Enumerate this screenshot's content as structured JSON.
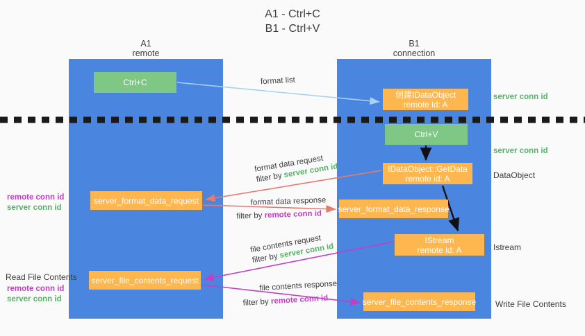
{
  "title": {
    "line1": "A1 - Ctrl+C",
    "line2": "B1 - Ctrl+V"
  },
  "panels": [
    {
      "id": "a1",
      "name": "A1",
      "sub": "remote"
    },
    {
      "id": "b1",
      "name": "B1",
      "sub": "connection"
    }
  ],
  "nodes": {
    "ctrl_c": {
      "label": "Ctrl+C"
    },
    "ctrl_v": {
      "label": "Ctrl+V"
    },
    "create_idataobject": {
      "label": "创建IDataObject",
      "sub": "remote id: A"
    },
    "getdata": {
      "label": "IDataObject::GetData",
      "sub": "remote id: A"
    },
    "istream": {
      "label": "IStream",
      "sub": "remote id: A"
    },
    "format_data_request": {
      "label": "server_format_data_request"
    },
    "format_data_response": {
      "label": "server_format_data_response"
    },
    "file_contents_request": {
      "label": "server_file_contents_request"
    },
    "file_contents_response": {
      "label": "server_file_contents_response"
    }
  },
  "edges": {
    "format_list": {
      "label": "format list"
    },
    "format_data_request": {
      "line1": "format data request",
      "line2_prefix": "filter by ",
      "line2_em": "server conn id"
    },
    "format_data_response": {
      "line1": "format data response",
      "line2_prefix": "filter by ",
      "line2_em": "remote conn id"
    },
    "file_contents_request": {
      "line1": "file contents request",
      "line2_prefix": "filter by ",
      "line2_em": "server conn id"
    },
    "file_contents_response": {
      "line1": "file contents response",
      "line2_prefix": "filter by ",
      "line2_em": "remote conn id"
    }
  },
  "annotations": {
    "right_server_conn_id_top": "server conn id",
    "right_server_conn_id_mid": "server conn id",
    "dataobject": "DataObject",
    "istream": "Istream",
    "write_file_contents": "Write File Contents",
    "read_file_contents": "Read File Contents",
    "left_remote_conn_id_1": "remote conn id",
    "left_server_conn_id_1": "server conn id",
    "left_remote_conn_id_2": "remote conn id",
    "left_server_conn_id_2": "server conn id"
  },
  "colors": {
    "panel_blue": "#4a86e0",
    "node_green": "#7ec784",
    "node_orange": "#fdb74e",
    "arrow_lightblue": "#a8d0f0",
    "arrow_red": "#e8796e",
    "arrow_purple": "#c13fc1",
    "arrow_black": "#111111",
    "text_green": "#57b368",
    "text_purple": "#c13fc1",
    "background": "#fafafa"
  }
}
